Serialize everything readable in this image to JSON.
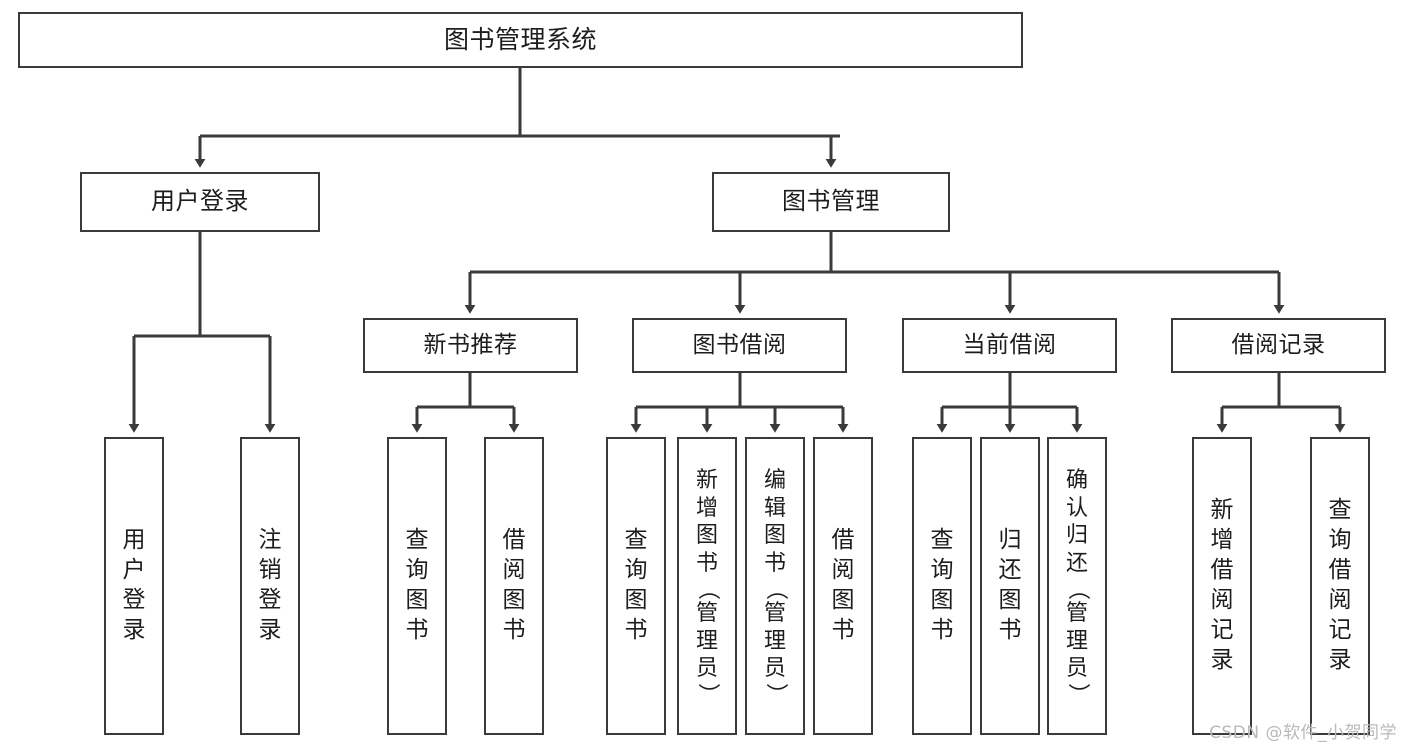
{
  "diagram": {
    "title": "图书管理系统",
    "watermark": "CSDN @软件_小贺同学",
    "colors": {
      "stroke": "#3a3a3a",
      "background": "#ffffff",
      "text": "#1d1d1d",
      "watermark": "#b9b9b9"
    },
    "root": {
      "label": "图书管理系统"
    },
    "level1": [
      {
        "label": "用户登录"
      },
      {
        "label": "图书管理"
      }
    ],
    "level2": [
      {
        "label": "新书推荐"
      },
      {
        "label": "图书借阅"
      },
      {
        "label": "当前借阅"
      },
      {
        "label": "借阅记录"
      }
    ],
    "leaves": {
      "user_login": [
        {
          "label": "用户登录",
          "chars": [
            "用",
            "户",
            "登",
            "录"
          ]
        },
        {
          "label": "注销登录",
          "chars": [
            "注",
            "销",
            "登",
            "录"
          ]
        }
      ],
      "new_book_recommend": [
        {
          "label": "查询图书",
          "chars": [
            "查",
            "询",
            "图",
            "书"
          ]
        },
        {
          "label": "借阅图书",
          "chars": [
            "借",
            "阅",
            "图",
            "书"
          ]
        }
      ],
      "book_borrow": [
        {
          "label": "查询图书",
          "chars": [
            "查",
            "询",
            "图",
            "书"
          ]
        },
        {
          "label": "新增图书（管理员）",
          "chars": [
            "新",
            "增",
            "图",
            "书",
            "（",
            "管",
            "理",
            "员",
            "）"
          ]
        },
        {
          "label": "编辑图书（管理员）",
          "chars": [
            "编",
            "辑",
            "图",
            "书",
            "（",
            "管",
            "理",
            "员",
            "）"
          ]
        },
        {
          "label": "借阅图书",
          "chars": [
            "借",
            "阅",
            "图",
            "书"
          ]
        }
      ],
      "current_borrow": [
        {
          "label": "查询图书",
          "chars": [
            "查",
            "询",
            "图",
            "书"
          ]
        },
        {
          "label": "归还图书",
          "chars": [
            "归",
            "还",
            "图",
            "书"
          ]
        },
        {
          "label": "确认归还（管理员）",
          "chars": [
            "确",
            "认",
            "归",
            "还",
            "（",
            "管",
            "理",
            "员",
            "）"
          ]
        }
      ],
      "borrow_record": [
        {
          "label": "新增借阅记录",
          "chars": [
            "新",
            "增",
            "借",
            "阅",
            "记",
            "录"
          ]
        },
        {
          "label": "查询借阅记录",
          "chars": [
            "查",
            "询",
            "借",
            "阅",
            "记",
            "录"
          ]
        }
      ]
    }
  }
}
